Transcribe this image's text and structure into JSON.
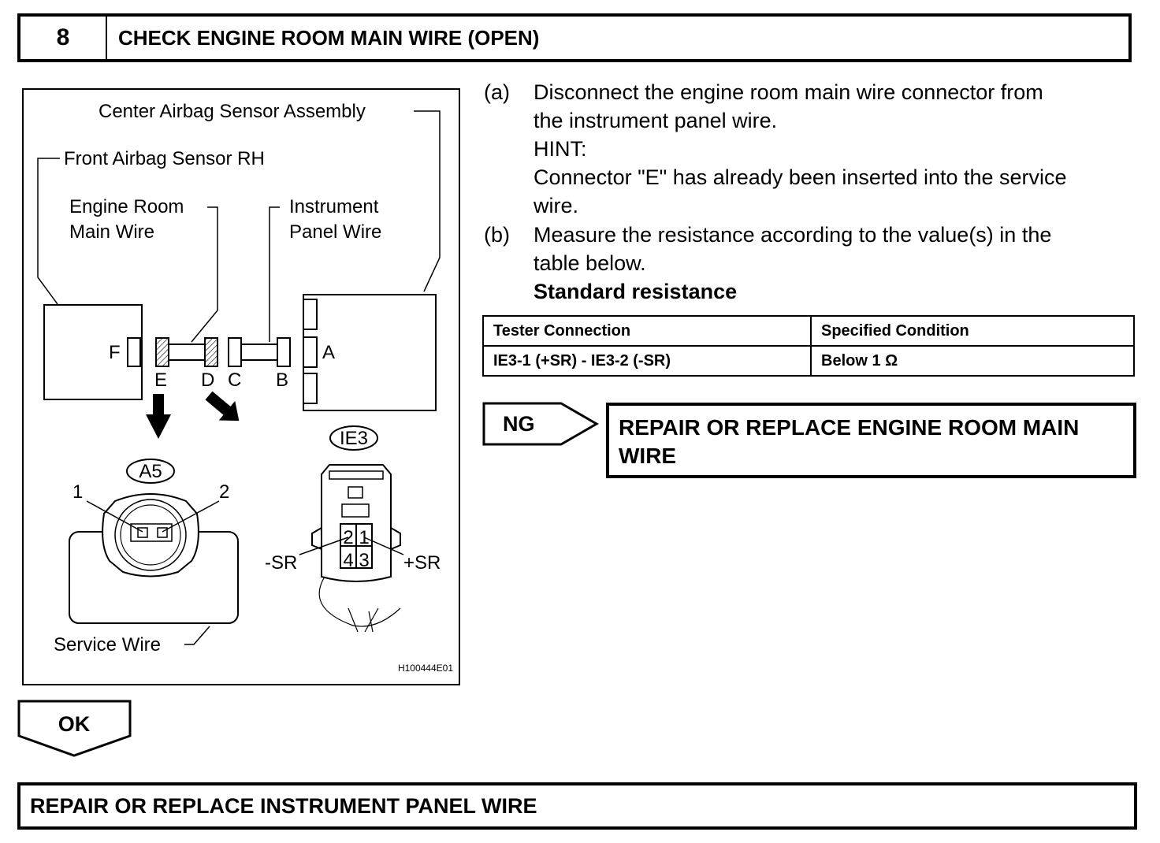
{
  "header": {
    "step_number": "8",
    "title": "CHECK ENGINE ROOM MAIN WIRE (OPEN)"
  },
  "figure": {
    "center_airbag_sensor": "Center Airbag Sensor Assembly",
    "front_airbag_sensor": "Front Airbag Sensor RH",
    "engine_room_wire_line1": "Engine Room",
    "engine_room_wire_line2": "Main Wire",
    "instrument_panel_line1": "Instrument",
    "instrument_panel_line2": "Panel Wire",
    "connector_letters": {
      "a": "A",
      "b": "B",
      "c": "C",
      "d": "D",
      "e": "E",
      "f": "F"
    },
    "connector_a5": "A5",
    "connector_ie3": "IE3",
    "pin_1": "1",
    "pin_2": "2",
    "ie3_pins": {
      "p1": "1",
      "p2": "2",
      "p3": "3",
      "p4": "4"
    },
    "minus_sr": "-SR",
    "plus_sr": "+SR",
    "service_wire": "Service Wire",
    "figure_id": "H100444E01"
  },
  "instructions": {
    "a_label": "(a)",
    "a_line1": "Disconnect the engine room main wire connector from",
    "a_line2": "the instrument panel wire.",
    "hint": "HINT:",
    "hint_line1": "Connector \"E\" has already been inserted into the service",
    "hint_line2": "wire.",
    "b_label": "(b)",
    "b_line1": "Measure the resistance according to the value(s) in the",
    "b_line2": "table below.",
    "standard": "Standard resistance"
  },
  "table": {
    "headers": [
      "Tester Connection",
      "Specified Condition"
    ],
    "rows": [
      [
        "IE3-1 (+SR) - IE3-2 (-SR)",
        "Below 1 Ω"
      ]
    ]
  },
  "ng": {
    "label": "NG",
    "action": "REPAIR OR REPLACE ENGINE ROOM MAIN WIRE"
  },
  "ok": {
    "label": "OK"
  },
  "final": {
    "action": "REPAIR OR REPLACE INSTRUMENT PANEL WIRE"
  }
}
